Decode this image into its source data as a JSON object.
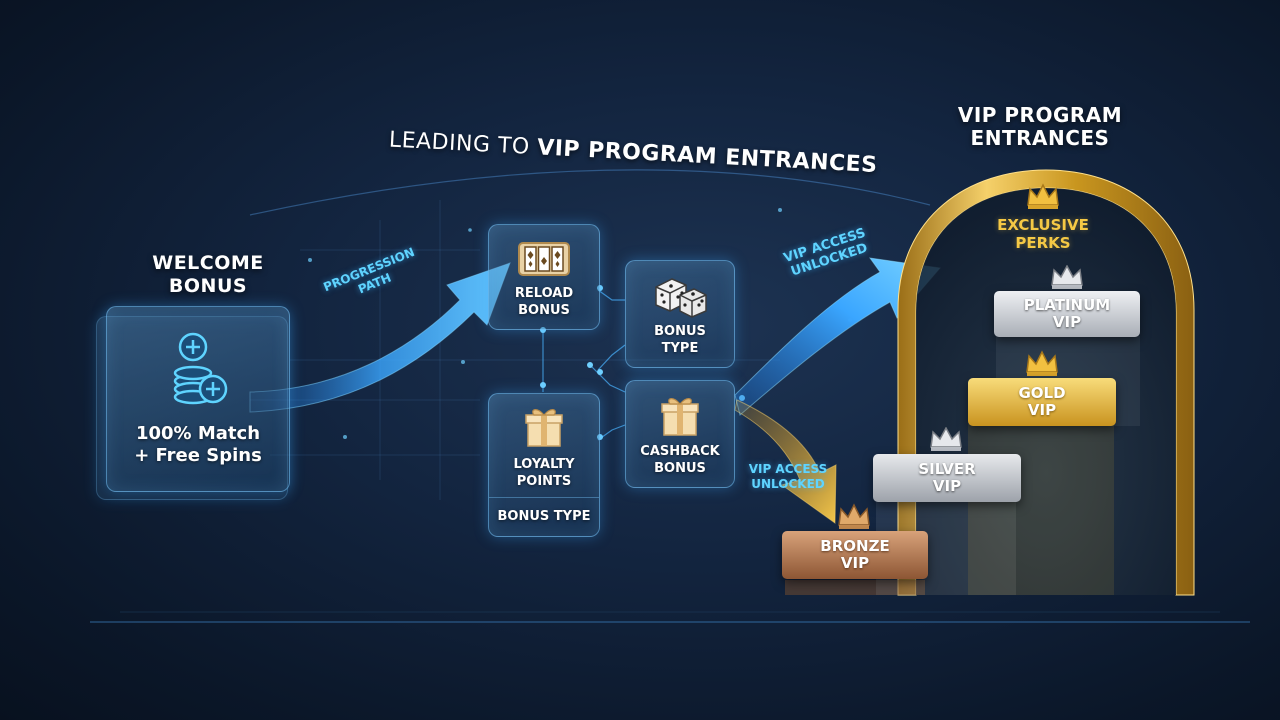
{
  "headline": {
    "prefix": "LEADING TO ",
    "emphasis": "VIP PROGRAM ENTRANCES"
  },
  "welcome": {
    "title_line1": "WELCOME",
    "title_line2": "BONUS",
    "desc_line1": "100% Match",
    "desc_line2": "+ Free Spins"
  },
  "progression_label": {
    "line1": "PROGRESSION",
    "line2": "PATH"
  },
  "cards": {
    "reload": {
      "line1": "RELOAD",
      "line2": "BONUS"
    },
    "bonus_type": {
      "line1": "BONUS",
      "line2": "TYPE"
    },
    "loyalty": {
      "line1": "LOYALTY",
      "line2": "POINTS",
      "footer": "BONUS TYPE"
    },
    "cashback": {
      "line1": "CASHBACK",
      "line2": "BONUS"
    }
  },
  "vip_access_upper": {
    "line1": "VIP ACCESS",
    "line2": "UNLOCKED"
  },
  "vip_access_lower": {
    "line1": "VIP ACCESS",
    "line2": "UNLOCKED"
  },
  "vip_title": {
    "line1": "VIP PROGRAM",
    "line2": "ENTRANCES"
  },
  "exclusive": {
    "line1": "EXCLUSIVE",
    "line2": "PERKS"
  },
  "tiers": {
    "bronze": {
      "line1": "BRONZE",
      "line2": "VIP"
    },
    "silver": {
      "line1": "SILVER",
      "line2": "VIP"
    },
    "gold": {
      "line1": "GOLD",
      "line2": "VIP"
    },
    "platinum": {
      "line1": "PLATINUM",
      "line2": "VIP"
    }
  },
  "colors": {
    "cyan": "#5fd4ff",
    "gold": "#e6b432",
    "silver": "#c9ccd1",
    "bronze": "#b87a4e",
    "navy": "#0b1729"
  },
  "icons": [
    "plus-coins-icon",
    "slot-reels-icon",
    "dice-icon",
    "gift-icon",
    "crown-icon"
  ]
}
